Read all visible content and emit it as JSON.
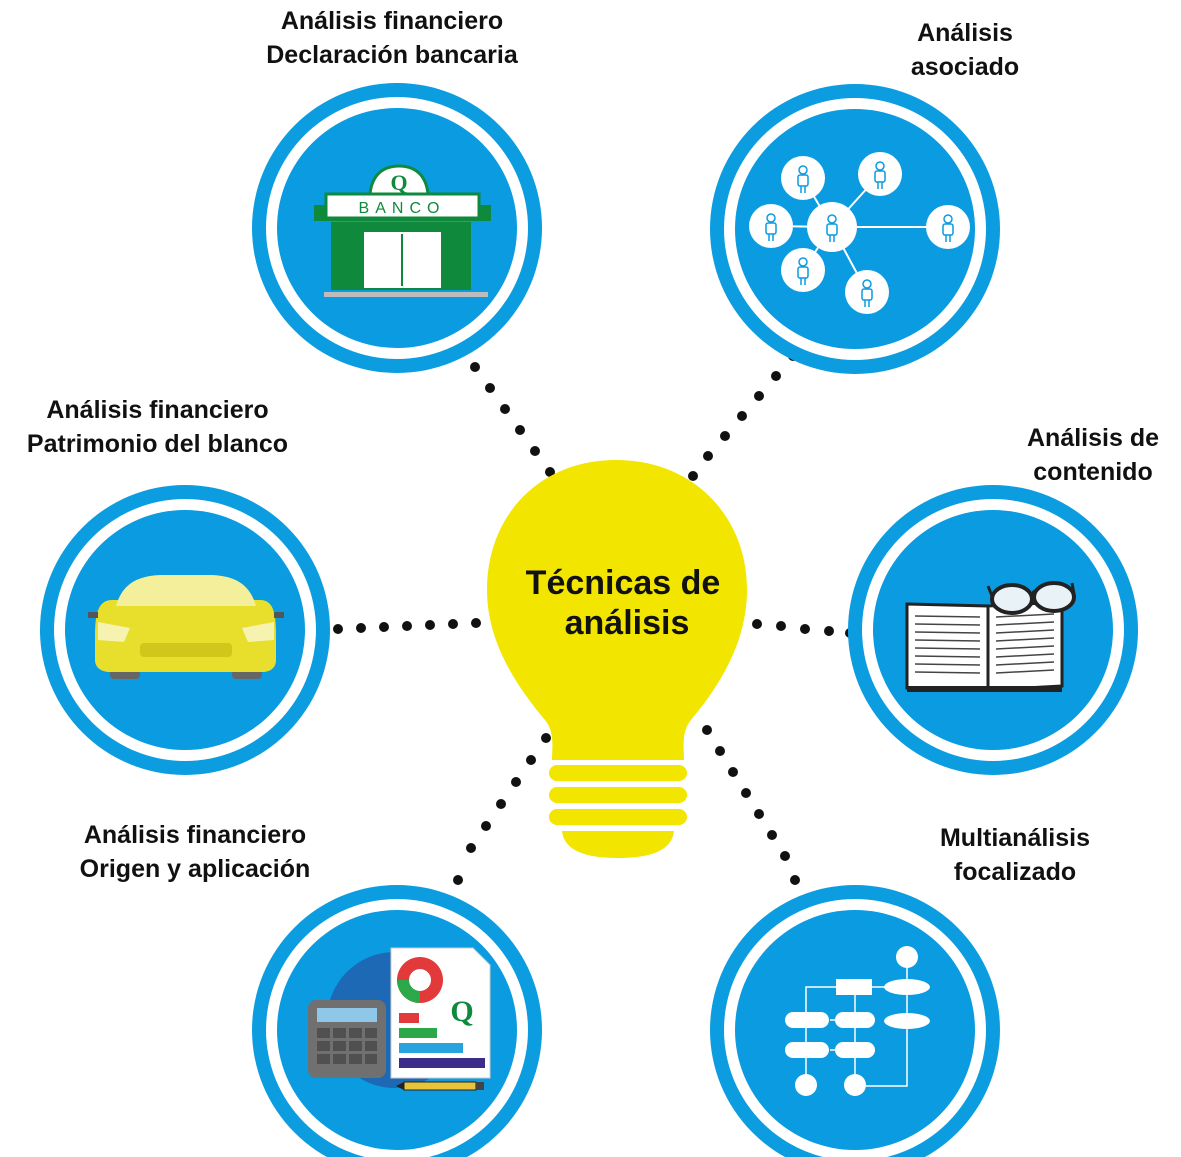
{
  "center": {
    "line1": "Técnicas de",
    "line2": "análisis"
  },
  "nodes": [
    {
      "id": "bank",
      "line1": "Análisis financiero",
      "line2": "Declaración bancaria",
      "icon": "bank-icon",
      "bank_letter": "Q",
      "bank_text": "BANCO"
    },
    {
      "id": "network",
      "line1": "Análisis",
      "line2": "asociado",
      "icon": "network-icon"
    },
    {
      "id": "car",
      "line1": "Análisis financiero",
      "line2": "Patrimonio del blanco",
      "icon": "car-icon"
    },
    {
      "id": "book",
      "line1": "Análisis de",
      "line2": "contenido",
      "icon": "book-glasses-icon"
    },
    {
      "id": "report",
      "line1": "Análisis financiero",
      "line2": "Origen y aplicación",
      "icon": "calculator-report-icon",
      "report_letter": "Q"
    },
    {
      "id": "flow",
      "line1": "Multianálisis",
      "line2": "focalizado",
      "icon": "flowchart-icon"
    }
  ],
  "colors": {
    "ring": "#0c9de0",
    "circle_fill": "#0a9be0",
    "bulb": "#f2e500",
    "bank_green": "#0f8a3c",
    "dots": "#111111"
  }
}
